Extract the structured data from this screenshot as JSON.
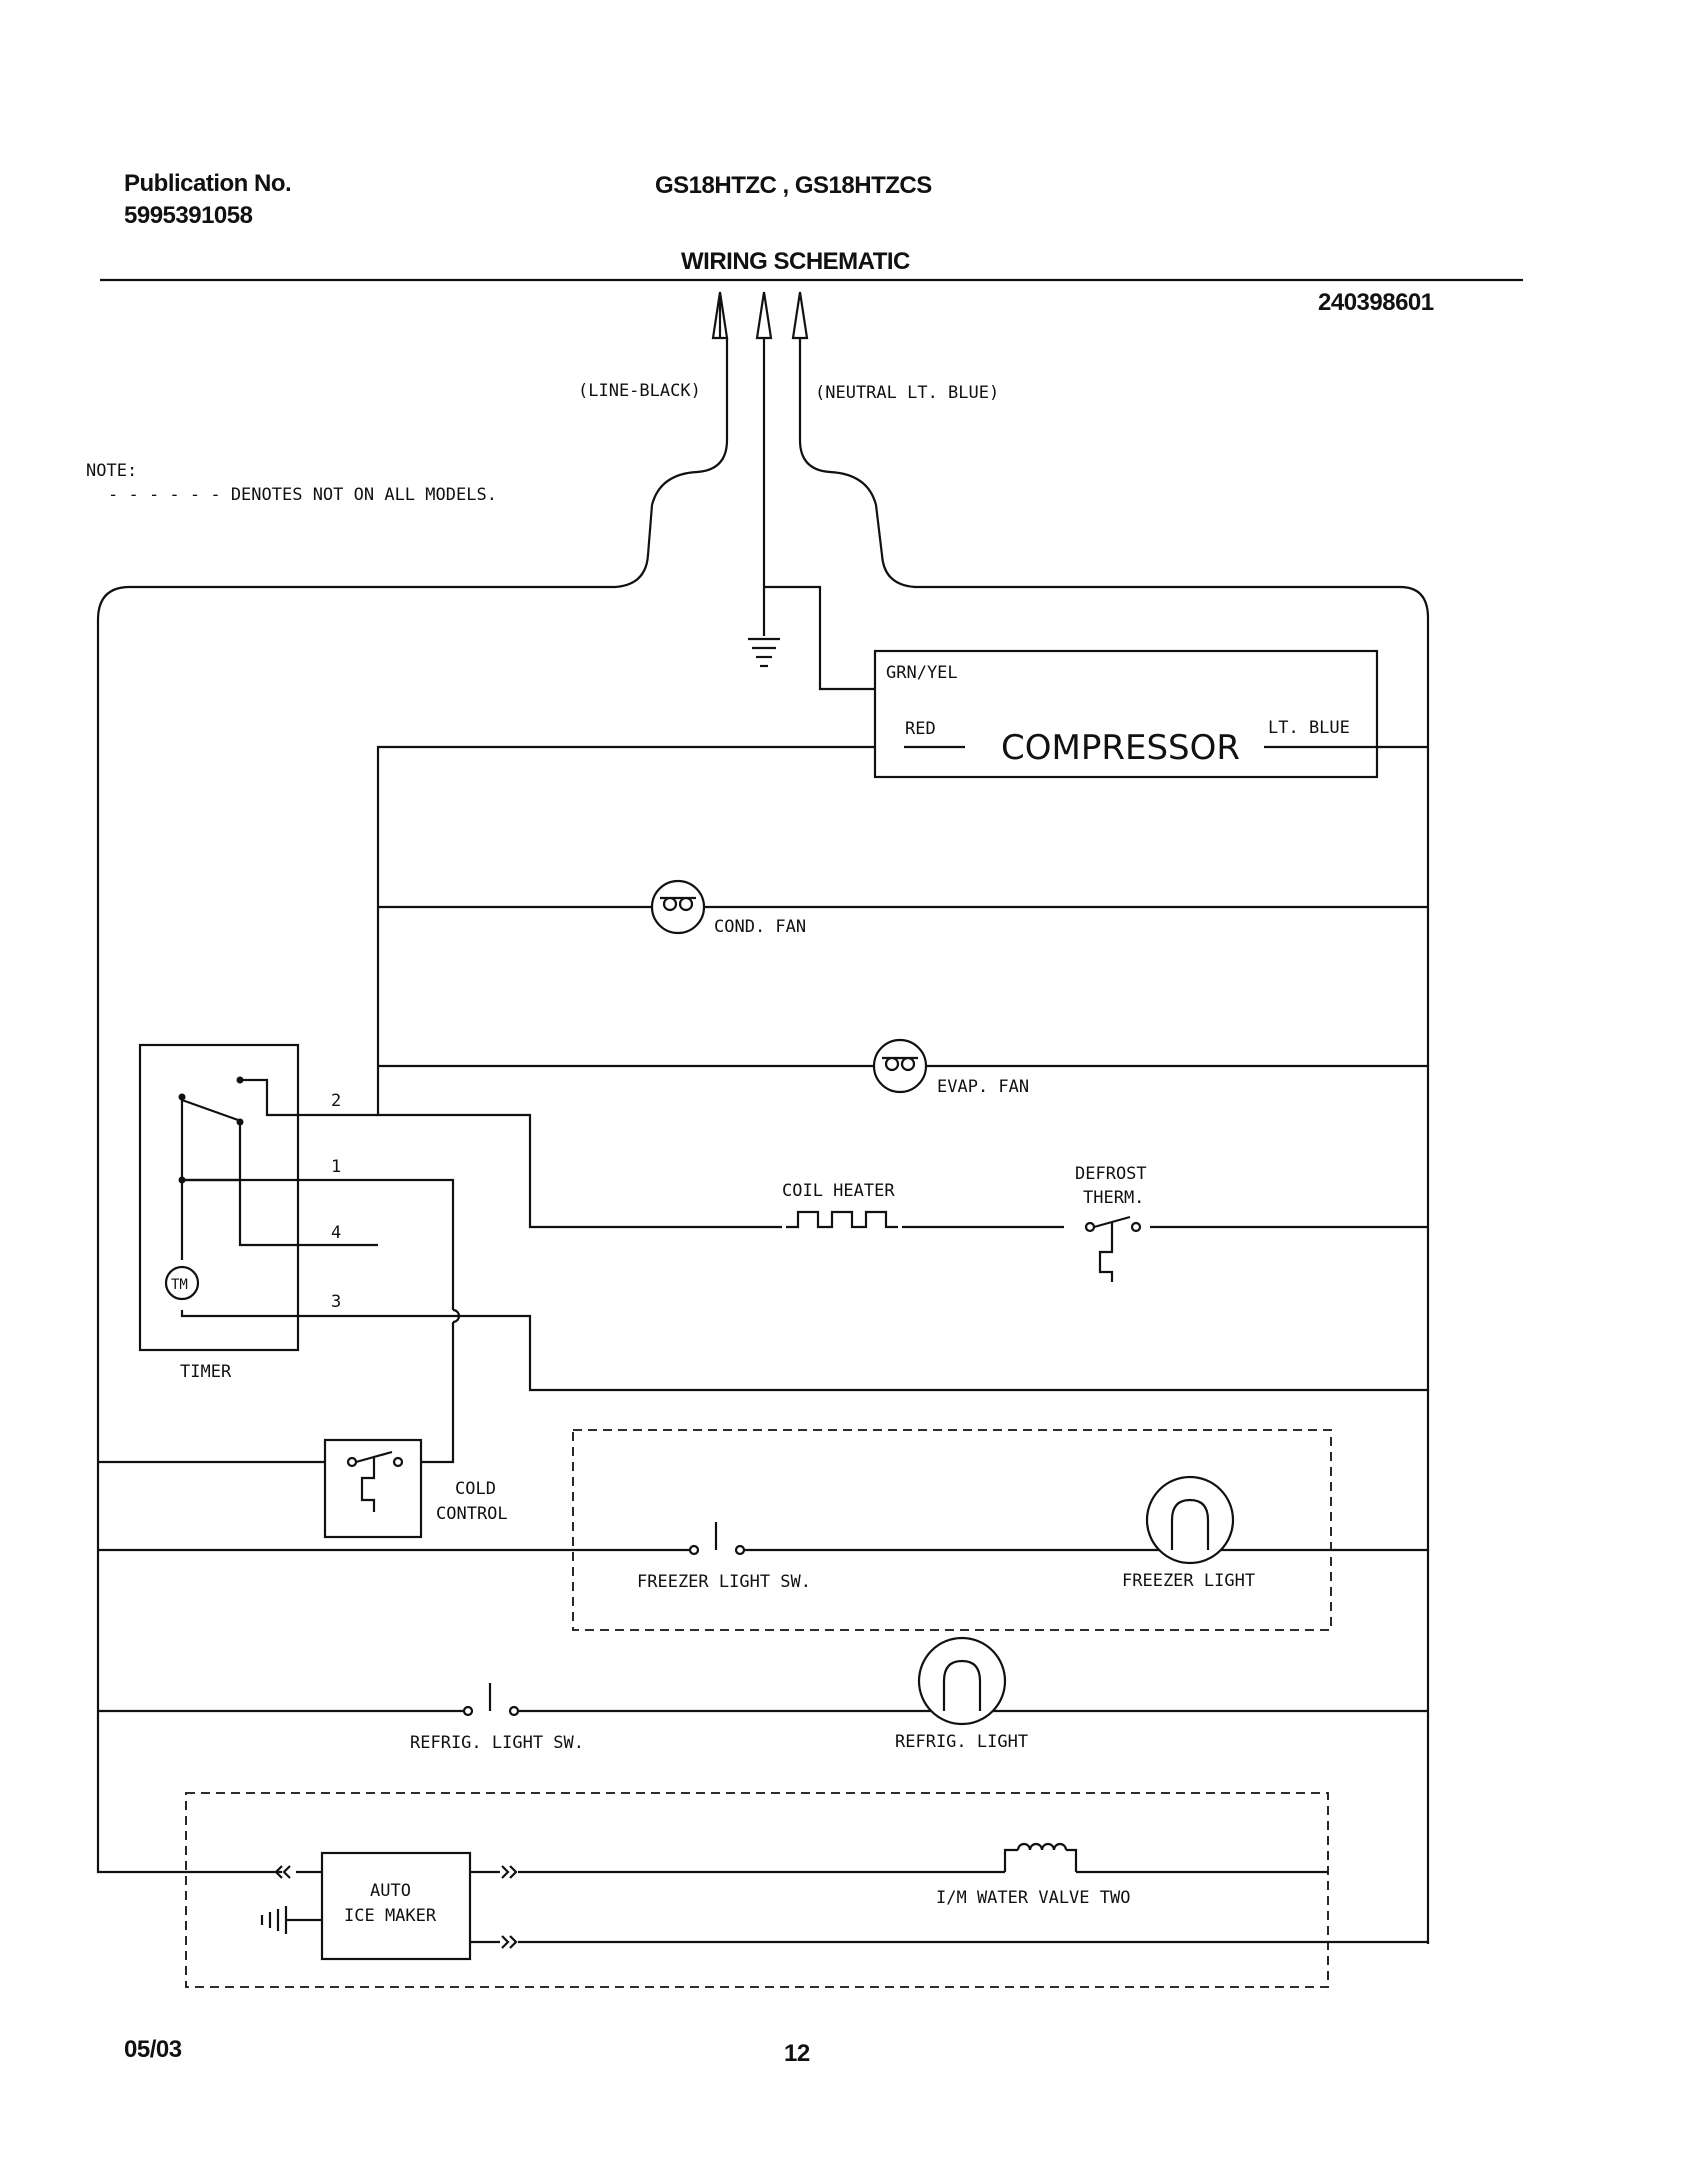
{
  "header": {
    "publication_label": "Publication No.",
    "publication_number": "5995391058",
    "models": "GS18HTZC , GS18HTZCS",
    "title": "WIRING SCHEMATIC",
    "part_number": "240398601"
  },
  "note": {
    "label": "NOTE:",
    "text": "- - - - - - DENOTES NOT ON ALL MODELS."
  },
  "supply": {
    "line": "(LINE-BLACK)",
    "neutral": "(NEUTRAL LT. BLUE)"
  },
  "compressor": {
    "name": "COMPRESSOR",
    "ground": "GRN/YEL",
    "left": "RED",
    "right": "LT. BLUE"
  },
  "components": {
    "cond_fan": "COND. FAN",
    "evap_fan": "EVAP. FAN",
    "coil_heater": "COIL HEATER",
    "defrost_therm_1": "DEFROST",
    "defrost_therm_2": "THERM.",
    "timer": "TIMER",
    "timer_motor": "TM",
    "cold_control_1": "COLD",
    "cold_control_2": "CONTROL",
    "freezer_light_sw": "FREEZER LIGHT SW.",
    "freezer_light": "FREEZER LIGHT",
    "refrig_light_sw": "REFRIG. LIGHT SW.",
    "refrig_light": "REFRIG. LIGHT",
    "ice_maker_1": "AUTO",
    "ice_maker_2": "ICE MAKER",
    "water_valve": "I/M WATER VALVE TWO"
  },
  "terminals": {
    "t1": "1",
    "t2": "2",
    "t3": "3",
    "t4": "4"
  },
  "footer": {
    "date": "05/03",
    "page": "12"
  }
}
